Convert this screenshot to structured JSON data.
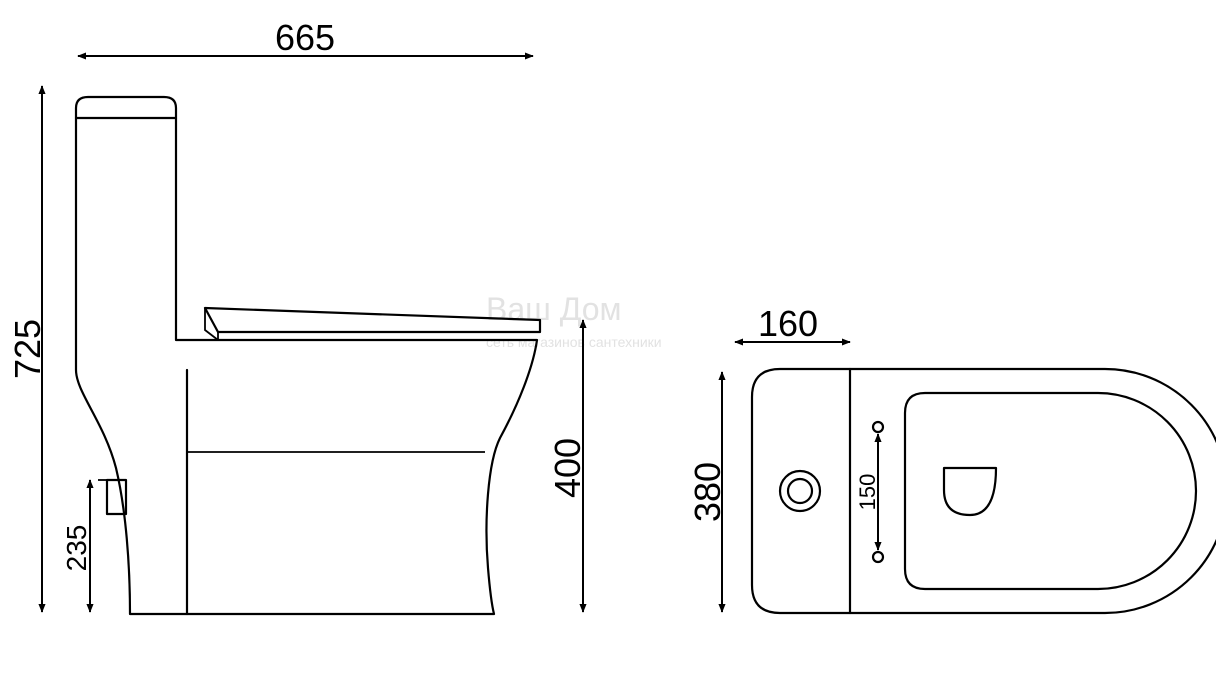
{
  "dimensions": {
    "overall_length": "665",
    "overall_height": "725",
    "seat_height": "400",
    "outlet_height": "235",
    "outlet_offset": "160",
    "overall_width": "380",
    "mounting_hole_spacing": "150"
  },
  "watermark": {
    "brand": "Ваш Дом",
    "tagline": "сеть магазинов сантехники"
  },
  "colors": {
    "line": "#000000",
    "background": "#ffffff",
    "watermark": "#e2e2e2"
  }
}
